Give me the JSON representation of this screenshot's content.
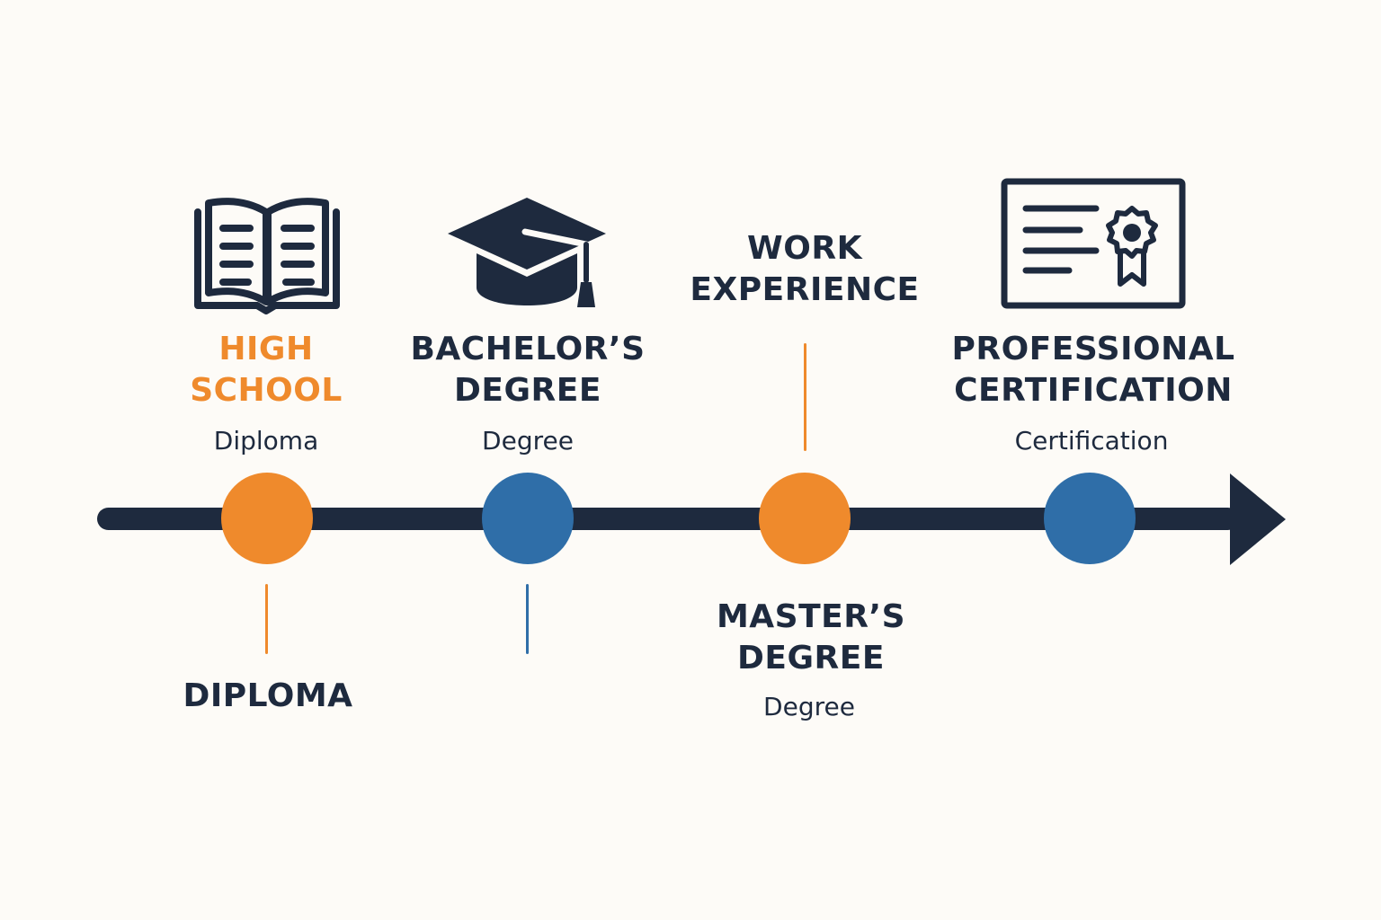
{
  "colors": {
    "background": "#fdfbf7",
    "dark": "#1e2a3e",
    "orange": "#ef8a2c",
    "blue": "#2f6ea8"
  },
  "milestones": [
    {
      "id": "high-school",
      "title": [
        "HIGH",
        "SCHOOL"
      ],
      "subtitle": "Diploma",
      "caption_below": "DIPLOMA",
      "color": "orange",
      "icon": "open-book-icon"
    },
    {
      "id": "bachelors",
      "title": [
        "BACHELOR’S",
        "DEGREE"
      ],
      "subtitle": "Degree",
      "color": "blue",
      "icon": "graduation-cap-icon"
    },
    {
      "id": "masters",
      "label_above": [
        "WORK",
        "EXPERIENCE"
      ],
      "title": [
        "MASTER’S",
        "DEGREE"
      ],
      "subtitle": "Degree",
      "color": "orange"
    },
    {
      "id": "certification",
      "title": [
        "PROFESSIONAL",
        "CERTIFICATION"
      ],
      "subtitle": "Certification",
      "color": "blue",
      "icon": "certificate-icon"
    }
  ]
}
